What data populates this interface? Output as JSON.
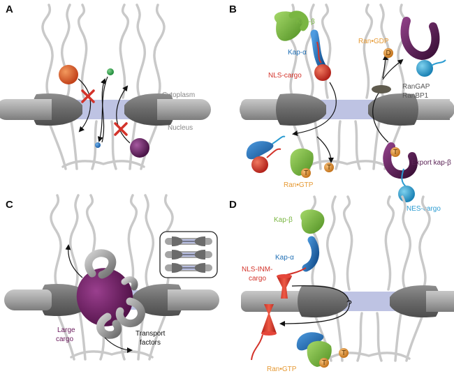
{
  "panels": {
    "a": {
      "letter": "A",
      "cytoplasm": "Cytoplasm",
      "nucleus": "Nucleus"
    },
    "b": {
      "letter": "B",
      "kap_beta": "Kap-β",
      "kap_alpha": "Kap-α",
      "nls_cargo": "NLS-cargo",
      "ran_gdp": "Ran•GDP",
      "gdp_letter": "D",
      "rangap": "RanGAP",
      "ranbp1": "RanBP1",
      "export_kap_beta": "Export kap-β",
      "nes_cargo": "NES-cargo",
      "ran_gtp": "Ran•GTP",
      "gtp_letter": "T"
    },
    "c": {
      "letter": "C",
      "large_cargo_1": "Large",
      "large_cargo_2": "cargo",
      "transport_factors_1": "Transport",
      "transport_factors_2": "factors"
    },
    "d": {
      "letter": "D",
      "kap_beta": "Kap-β",
      "kap_alpha": "Kap-α",
      "nls_inm_1": "NLS-INM-",
      "nls_inm_2": "cargo",
      "question": "?",
      "ran_gtp": "Ran•GTP",
      "gtp_letter": "T"
    }
  },
  "colors": {
    "membrane": "#9d9d9d",
    "pore_complex": "#6b6b6b",
    "channel": "#b7bde0",
    "filament": "#c9c9c9",
    "kap_beta": "#7ab642",
    "kap_alpha": "#1f6fb5",
    "nls_cargo": "#d3332a",
    "nes_cargo": "#2a9bd1",
    "export_kap": "#5a2255",
    "ran": "#e69a35",
    "large_cargo": "#6a1a5c",
    "label_green": "#7ab642",
    "label_blue": "#1f6fb5",
    "label_red": "#d3332a",
    "label_orange": "#e69a35",
    "label_purple": "#6a1a5c",
    "label_gray": "#888888"
  }
}
